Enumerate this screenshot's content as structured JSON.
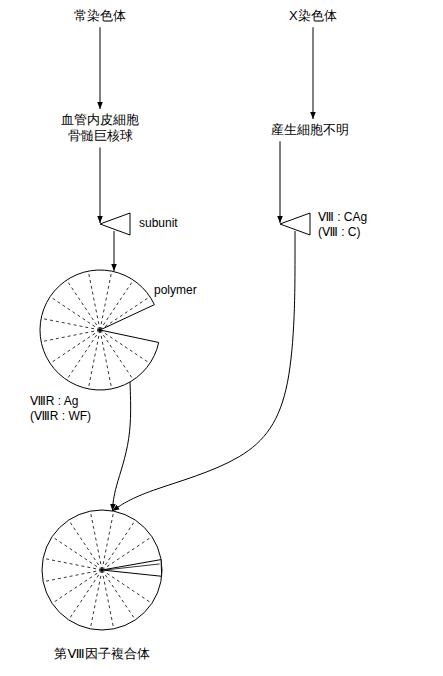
{
  "diagram": {
    "nodes": [
      {
        "text": [
          "常染色体"
        ]
      },
      {
        "text": [
          "血管内皮細胞 骨髄巨核球"
        ]
      },
      {
        "text": [
          "subunit"
        ]
      },
      {
        "text": [
          "polymer",
          "ⅧR : Ag (ⅧR : WF)"
        ]
      },
      {
        "text": [
          "X染色体"
        ]
      },
      {
        "text": [
          "産生細胞不明"
        ]
      },
      {
        "text": [
          "Ⅷ : CAg (Ⅷ : C)"
        ]
      },
      {
        "text": [
          "第Ⅷ因子複合体"
        ]
      }
    ],
    "edges": [
      {
        "from": 0,
        "to": 1,
        "arrow": "to"
      },
      {
        "from": 1,
        "to": 2,
        "arrow": "to"
      },
      {
        "from": 2,
        "to": 3,
        "arrow": "to"
      },
      {
        "from": 3,
        "to": 7,
        "arrow": "to"
      },
      {
        "from": 4,
        "to": 5,
        "arrow": "to"
      },
      {
        "from": 5,
        "to": 6,
        "arrow": "to"
      },
      {
        "from": 6,
        "to": 7,
        "arrow": "to"
      }
    ]
  }
}
